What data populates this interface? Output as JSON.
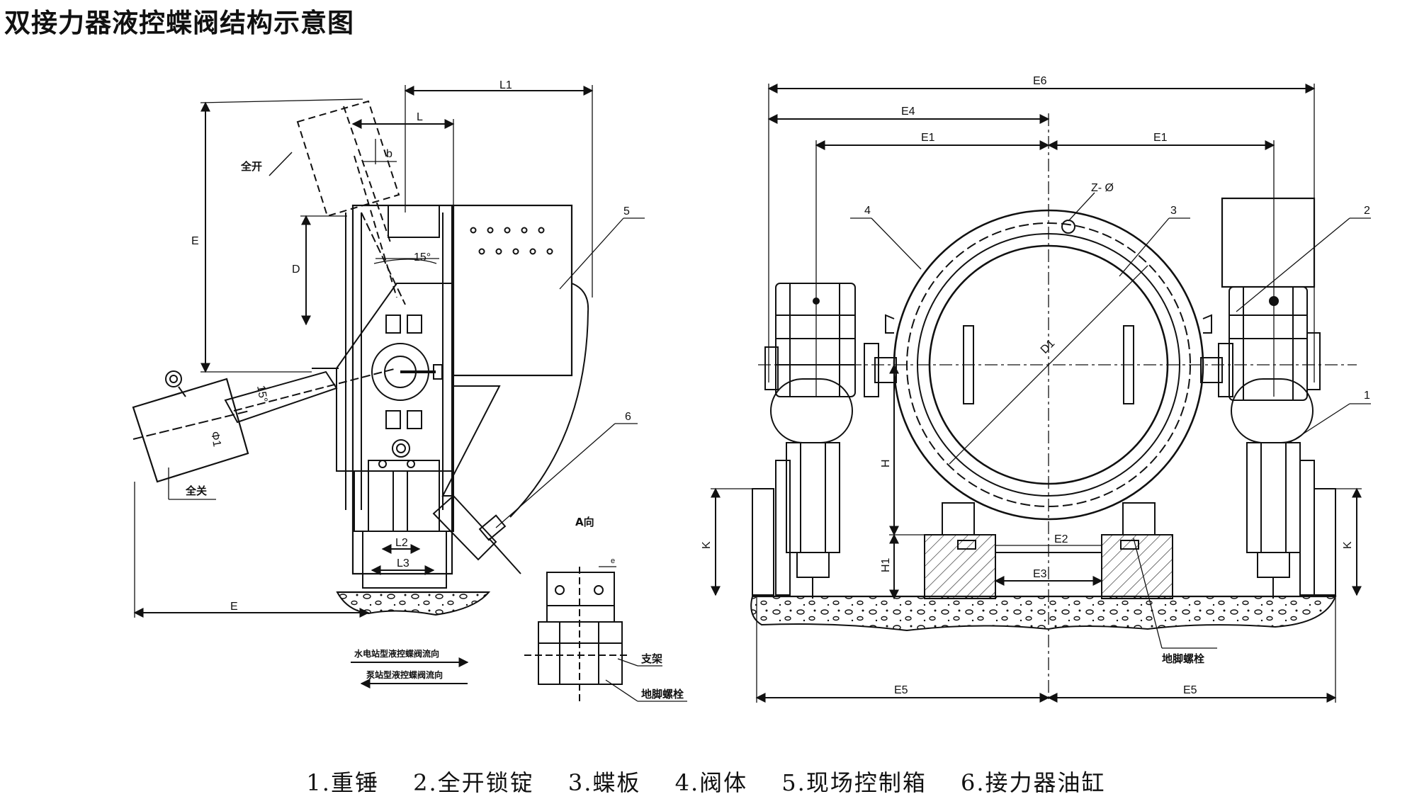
{
  "title": "双接力器液控蝶阀结构示意图",
  "side_view": {
    "dims": {
      "L1": "L1",
      "L": "L",
      "b": "b",
      "E_vertical": "E",
      "D": "D",
      "angle_top": "15°",
      "angle_side": "15°",
      "phi1": "Φ1",
      "L2": "L2",
      "L3": "L3",
      "E_bottom": "E"
    },
    "callouts": {
      "n5": "5",
      "n6": "6"
    },
    "labels": {
      "full_open": "全开",
      "full_close": "全关",
      "flow_hydro": "水电站型液控蝶阀流向",
      "flow_pump": "泵站型液控蝶阀流向"
    }
  },
  "a_view": {
    "title": "A向",
    "e": "e",
    "bracket": "支架",
    "anchor_bolt": "地脚螺栓"
  },
  "front_view": {
    "dims": {
      "E6": "E6",
      "E4": "E4",
      "E1_left": "E1",
      "E1_right": "E1",
      "Z": "Z- Ø",
      "D1": "D1",
      "H": "H",
      "H1": "H1",
      "K_left": "K",
      "K_right": "K",
      "E2": "E2",
      "E3": "E3",
      "E5_left": "E5",
      "E5_right": "E5"
    },
    "callouts": {
      "n1": "1",
      "n2": "2",
      "n3": "3",
      "n4": "4"
    },
    "anchor_bolt": "地脚螺栓"
  },
  "legend": [
    "1.重锤",
    "2.全开锁锭",
    "3.蝶板",
    "4.阀体",
    "5.现场控制箱",
    "6.接力器油缸"
  ]
}
